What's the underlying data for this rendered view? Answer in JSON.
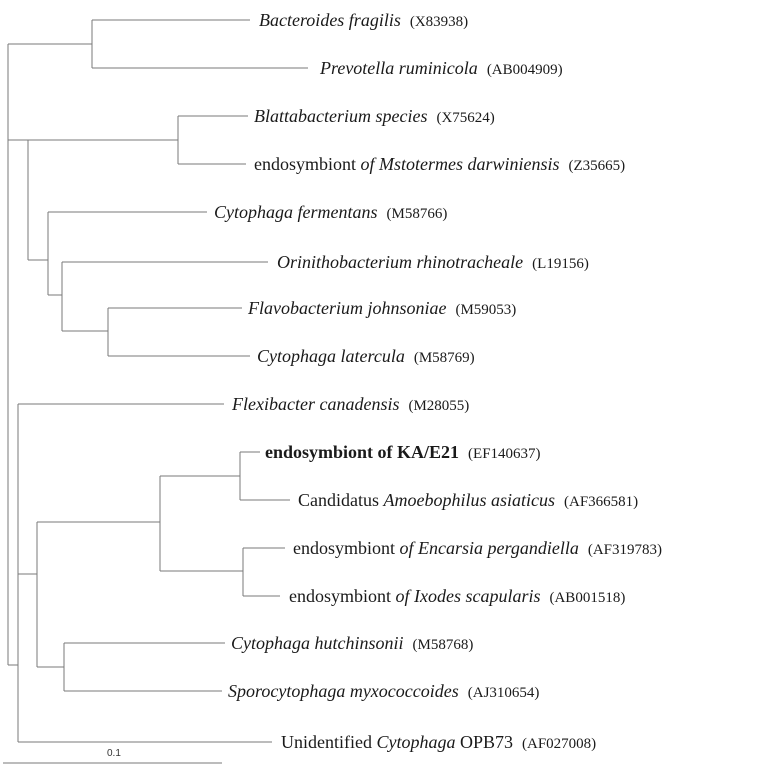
{
  "colors": {
    "branch": "#7a7a7a",
    "text": "#1a1a1a"
  },
  "scale_bar": {
    "label": "0.1"
  },
  "leaves": [
    {
      "parts": [
        {
          "text": "Bacteroides fragilis",
          "style": "italic"
        },
        {
          "text": "(X83938)",
          "style": "accession"
        }
      ]
    },
    {
      "parts": [
        {
          "text": "Prevotella ruminicola",
          "style": "italic"
        },
        {
          "text": "(AB004909)",
          "style": "accession"
        }
      ]
    },
    {
      "parts": [
        {
          "text": "Blattabacterium species",
          "style": "italic"
        },
        {
          "text": "(X75624)",
          "style": "accession"
        }
      ]
    },
    {
      "parts": [
        {
          "text": "endosymbiont ",
          "style": "normal"
        },
        {
          "text": "of Mstotermes darwiniensis",
          "style": "italic"
        },
        {
          "text": "(Z35665)",
          "style": "accession"
        }
      ]
    },
    {
      "parts": [
        {
          "text": "Cytophaga fermentans",
          "style": "italic"
        },
        {
          "text": "(M58766)",
          "style": "accession"
        }
      ]
    },
    {
      "parts": [
        {
          "text": "Orinithobacterium rhinotracheale",
          "style": "italic"
        },
        {
          "text": "(L19156)",
          "style": "accession"
        }
      ]
    },
    {
      "parts": [
        {
          "text": "Flavobacterium johnsoniae",
          "style": "italic"
        },
        {
          "text": "(M59053)",
          "style": "accession"
        }
      ]
    },
    {
      "parts": [
        {
          "text": "Cytophaga latercula",
          "style": "italic"
        },
        {
          "text": "(M58769)",
          "style": "accession"
        }
      ]
    },
    {
      "parts": [
        {
          "text": "Flexibacter canadensis",
          "style": "italic"
        },
        {
          "text": "(M28055)",
          "style": "accession"
        }
      ]
    },
    {
      "parts": [
        {
          "text": "endosymbiont of KA/E21",
          "style": "bold"
        },
        {
          "text": "(EF140637)",
          "style": "accession"
        }
      ]
    },
    {
      "parts": [
        {
          "text": "Candidatus ",
          "style": "normal"
        },
        {
          "text": "Amoebophilus asiaticus",
          "style": "italic"
        },
        {
          "text": "(AF366581)",
          "style": "accession"
        }
      ]
    },
    {
      "parts": [
        {
          "text": "endosymbiont ",
          "style": "normal"
        },
        {
          "text": "of Encarsia pergandiella",
          "style": "italic"
        },
        {
          "text": "(AF319783)",
          "style": "accession"
        }
      ]
    },
    {
      "parts": [
        {
          "text": "endosymbiont ",
          "style": "normal"
        },
        {
          "text": "of Ixodes scapularis",
          "style": "italic"
        },
        {
          "text": "(AB001518)",
          "style": "accession"
        }
      ]
    },
    {
      "parts": [
        {
          "text": "Cytophaga hutchinsonii",
          "style": "italic"
        },
        {
          "text": "(M58768)",
          "style": "accession"
        }
      ]
    },
    {
      "parts": [
        {
          "text": "Sporocytophaga myxococcoides",
          "style": "italic"
        },
        {
          "text": "(AJ310654)",
          "style": "accession"
        }
      ]
    },
    {
      "parts": [
        {
          "text": "Unidentified ",
          "style": "normal"
        },
        {
          "text": "Cytophaga",
          "style": "italic"
        },
        {
          "text": " OPB73",
          "style": "normal"
        },
        {
          "text": "(AF027008)",
          "style": "accession"
        }
      ]
    }
  ]
}
